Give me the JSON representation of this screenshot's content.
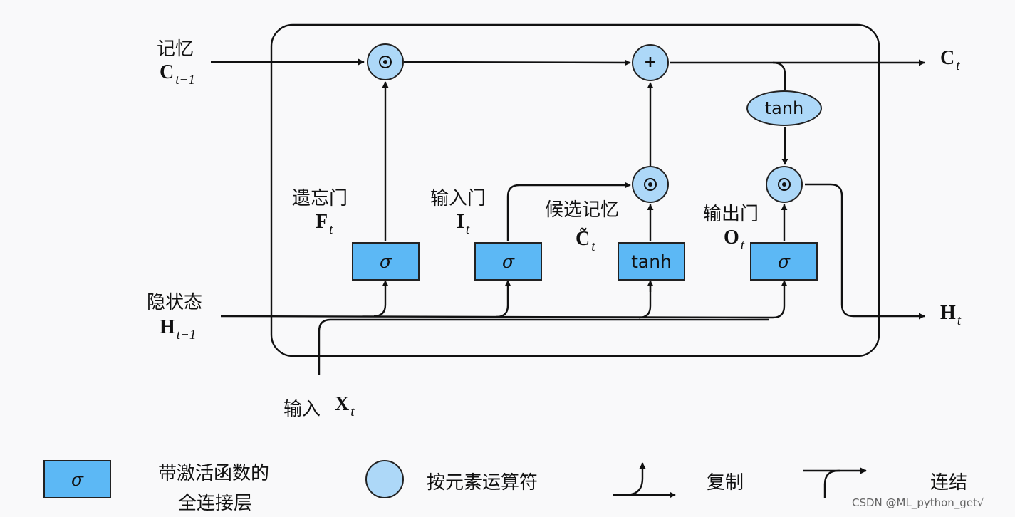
{
  "labels": {
    "memory": "记忆",
    "forget_gate": "遗忘门",
    "input_gate": "输入门",
    "candidate_memory": "候选记忆",
    "output_gate": "输出门",
    "hidden_state": "隐状态",
    "input": "输入"
  },
  "symbols": {
    "c_prev_main": "C",
    "c_prev_sub": "t−1",
    "c_out_main": "C",
    "c_out_sub": "t",
    "f_main": "F",
    "f_sub": "t",
    "i_main": "I",
    "i_sub": "t",
    "ctilde_main": "C̃",
    "ctilde_sub": "t",
    "o_main": "O",
    "o_sub": "t",
    "h_prev_main": "H",
    "h_prev_sub": "t−1",
    "h_out_main": "H",
    "h_out_sub": "t",
    "x_main": "X",
    "x_sub": "t"
  },
  "blocks": {
    "forget_sigma": "σ",
    "input_sigma": "σ",
    "candidate_tanh": "tanh",
    "output_sigma": "σ",
    "cell_tanh": "tanh",
    "plus": "+"
  },
  "legend": {
    "fc_symbol": "σ",
    "fc_label_line1": "带激活函数的",
    "fc_label_line2": "全连接层",
    "elementwise_label": "按元素运算符",
    "copy_label": "复制",
    "concat_label": "连结"
  },
  "watermark": "CSDN @ML_python_get√",
  "colors": {
    "block_fill": "#5cb8f5",
    "operator_fill": "#add8f8",
    "stroke": "#111111",
    "background": "#f9f9fa"
  }
}
